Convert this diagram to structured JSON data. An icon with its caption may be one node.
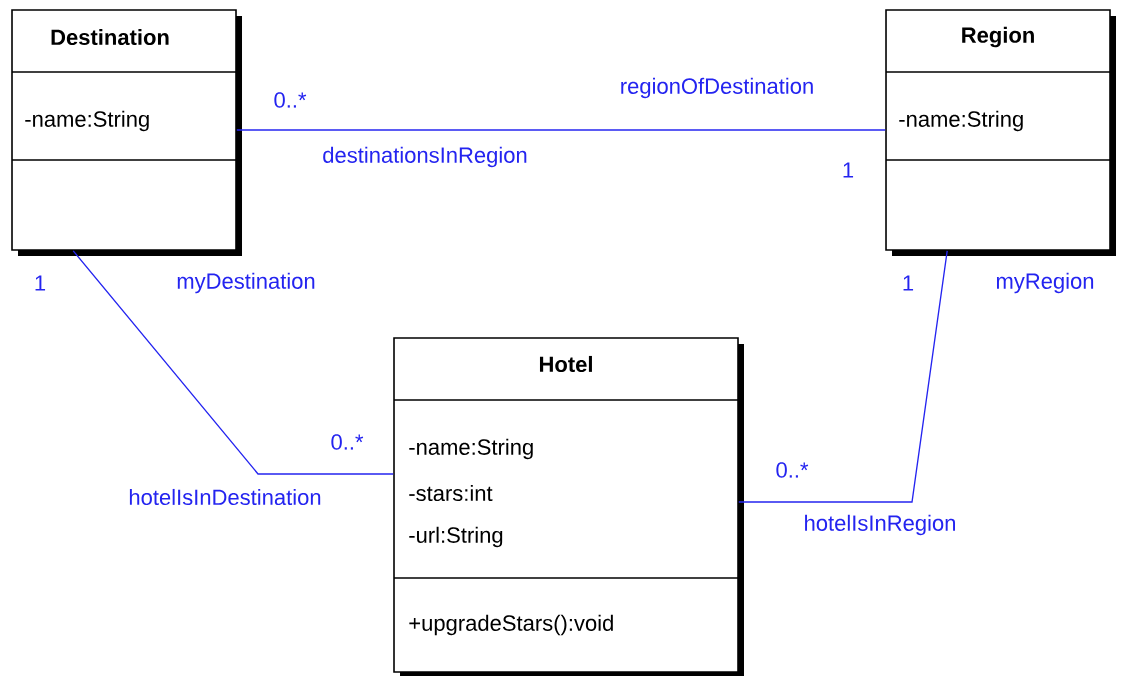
{
  "diagram": {
    "nodes": [
      {
        "text": [
          "Destination",
          "-name:String"
        ]
      },
      {
        "text": [
          "Region",
          "-name:String"
        ]
      },
      {
        "text": [
          "Hotel",
          "-name:String",
          "-stars:int",
          "-url:String",
          "+upgradeStars():void"
        ]
      }
    ],
    "edges": [
      {
        "from": 0,
        "to": 1,
        "arrow": "none"
      },
      {
        "from": 0,
        "to": 2,
        "arrow": "none"
      },
      {
        "from": 1,
        "to": 2,
        "arrow": "none"
      }
    ],
    "labels": [
      "0..*",
      "regionOfDestination",
      "destinationsInRegion",
      "1",
      "1",
      "myDestination",
      "1",
      "myRegion",
      "0..*",
      "0..*",
      "hotelIsInDestination",
      "hotelIsInRegion"
    ]
  }
}
